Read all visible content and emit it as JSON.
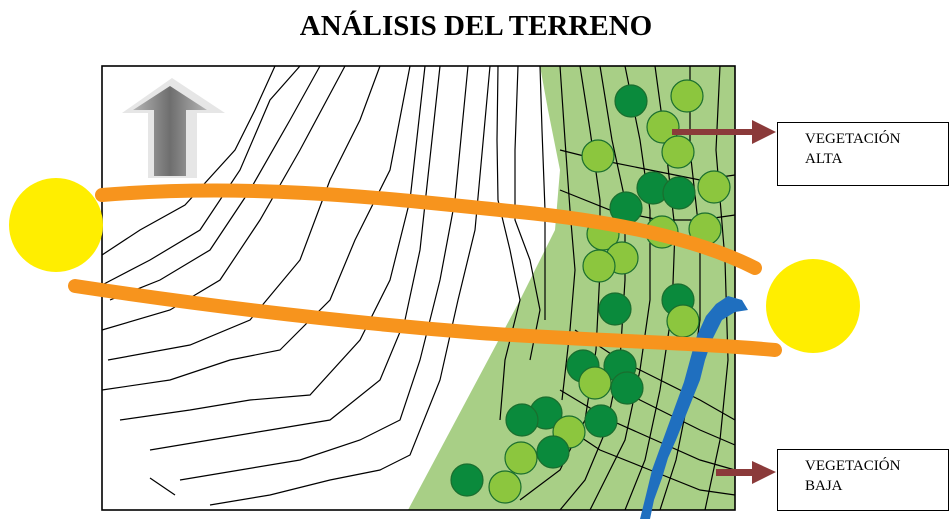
{
  "title": "ANÁLISIS DEL TERRENO",
  "labels": {
    "high_vegetation": [
      "VEGETACIÓN",
      "ALTA"
    ],
    "low_vegetation": [
      "VEGETACIÓN",
      "BAJA"
    ]
  },
  "colors": {
    "vegetation_zone": "#a8cf86",
    "tree_dark": "#0a8a3c",
    "tree_light": "#8cc63e",
    "sun": "#ffee00",
    "sun_path": "#f7941d",
    "river": "#1f6fbf",
    "arrow": "#8b3a3a",
    "north_arrow": "#7f7f7f"
  },
  "icons": {
    "north": "north-arrow-icon",
    "sun": "sun-icon"
  }
}
